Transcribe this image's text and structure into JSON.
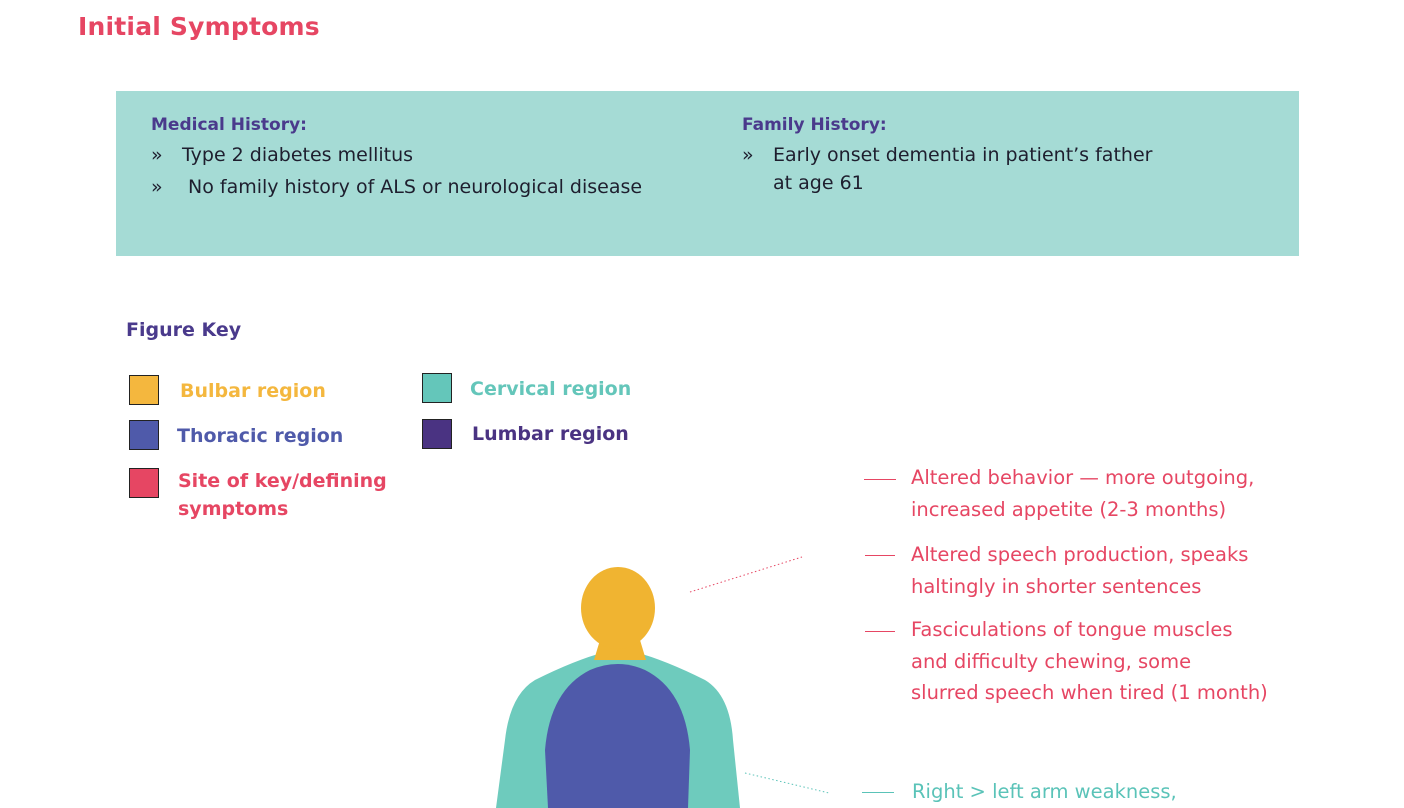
{
  "title": "Initial Symptoms",
  "history": {
    "medical": {
      "heading": "Medical History:",
      "items": [
        "Type 2 diabetes mellitus",
        "No family history of ALS or neurological disease"
      ]
    },
    "family": {
      "heading": "Family History:",
      "items": [
        "Early onset dementia in patient’s father at age 61"
      ]
    },
    "bullet": "»"
  },
  "figure_key": {
    "title": "Figure Key",
    "items": {
      "bulbar": {
        "label": "Bulbar region",
        "color": "#f4b73e"
      },
      "thoracic": {
        "label": "Thoracic region",
        "color": "#4f5aaa"
      },
      "site": {
        "label": "Site of key/defining symptoms",
        "color": "#e64663"
      },
      "cervical": {
        "label": "Cervical region",
        "color": "#64c6ba"
      },
      "lumbar": {
        "label": "Lumbar region",
        "color": "#4a3382"
      }
    }
  },
  "annotations": [
    {
      "text_line1": "Altered behavior — more outgoing,",
      "text_line2": "increased appetite (2-3 months)",
      "color": "#e64663"
    },
    {
      "text_line1": "Altered speech production, speaks",
      "text_line2": "haltingly in shorter sentences",
      "color": "#e64663"
    },
    {
      "text_line1": "Fasciculations of tongue muscles",
      "text_line2": "and difficulty chewing, some",
      "text_line3": "slurred speech when tired (1 month)",
      "color": "#e64663"
    },
    {
      "text_line1": "Right > left arm weakness,",
      "color": "#5ac3b8"
    }
  ]
}
